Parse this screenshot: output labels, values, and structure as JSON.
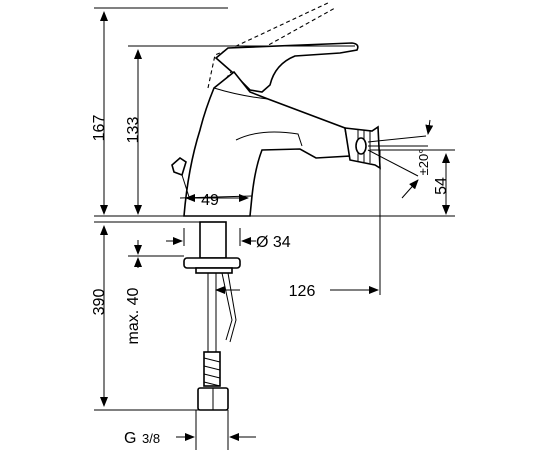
{
  "dimensions": {
    "total_height": "167",
    "spout_height": "133",
    "base_width": "49",
    "spray_angle": "±20°",
    "nozzle_height": "54",
    "hole_diameter": "Ø 34",
    "spout_reach": "126",
    "below_deck_length": "390",
    "max_deck_thickness": "max. 40",
    "connection_thread_prefix": "G",
    "connection_thread_fraction": "3/8"
  }
}
